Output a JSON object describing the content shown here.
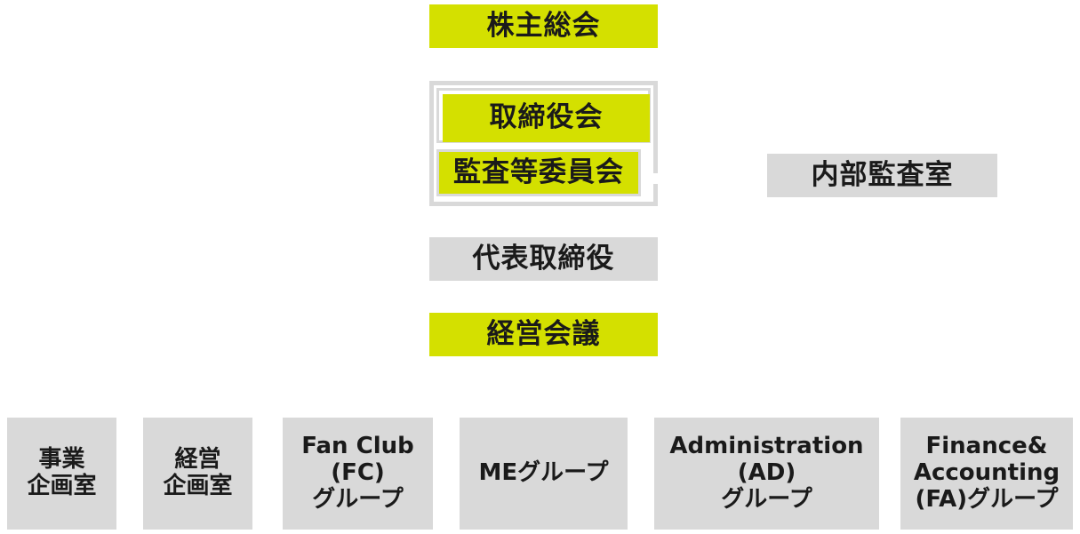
{
  "top": {
    "shareholders_meeting": "株主総会",
    "board_of_directors": "取締役会",
    "audit_committee": "監査等委員会",
    "internal_audit": "内部監査室",
    "representative_director": "代表取締役",
    "management_meeting": "経営会議"
  },
  "departments": [
    {
      "label": "事業\n企画室"
    },
    {
      "label": "経営\n企画室"
    },
    {
      "label": "Fan Club\n(FC)\nグループ"
    },
    {
      "label": "MEグループ"
    },
    {
      "label": "Administration\n(AD)\nグループ"
    },
    {
      "label": "Finance&\nAccounting\n(FA)グループ"
    }
  ],
  "colors": {
    "accent_green": "#d4e000",
    "neutral_gray": "#d9d9d9",
    "text": "#1a1a1a"
  }
}
